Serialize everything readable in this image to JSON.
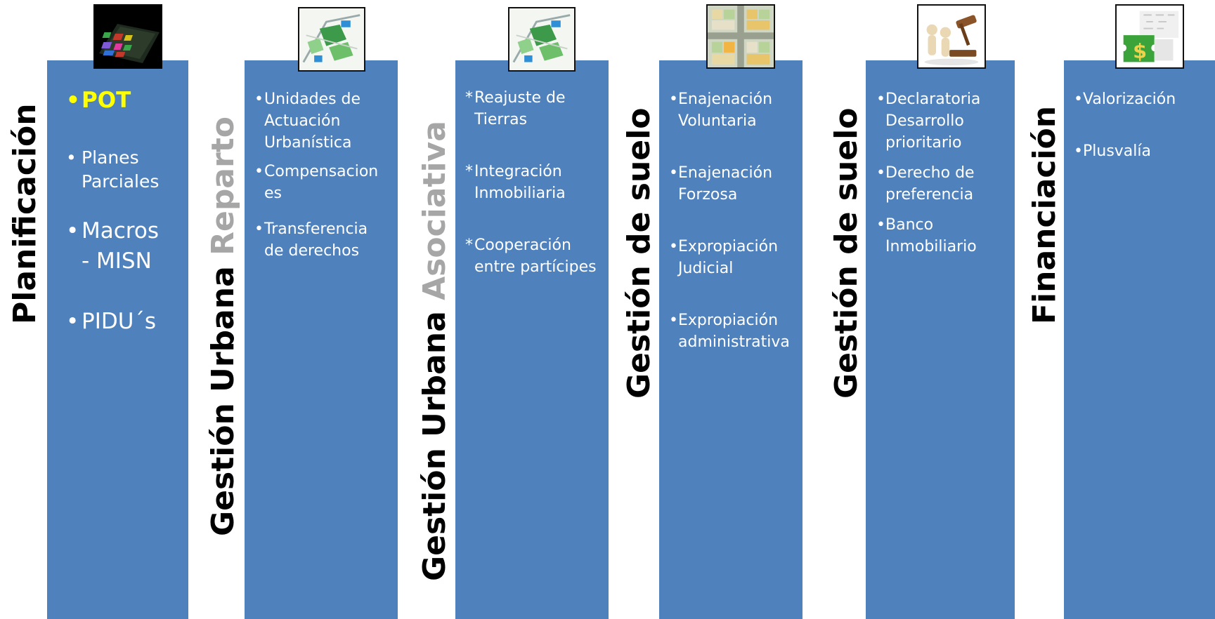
{
  "colors": {
    "column": "#4f81bd",
    "highlight": "#ffff00",
    "title": "#000000",
    "title_muted": "#a6a6a6"
  },
  "columns": [
    {
      "title_a": "Planificación",
      "title_b": "",
      "icon": "city-model-3d-icon",
      "items": [
        {
          "bullet": "•",
          "text": "POT"
        },
        {
          "bullet": "•",
          "text": "Planes Parciales"
        },
        {
          "bullet": "•",
          "text": "Macros - MISN"
        },
        {
          "bullet": "•",
          "text": "PIDU´s"
        }
      ]
    },
    {
      "title_a": "Gestión Urbana ",
      "title_b": "Reparto",
      "icon": "urban-plan-map-icon",
      "items": [
        {
          "bullet": "•",
          "text": "Unidades de Actuación Urbanística"
        },
        {
          "bullet": "•",
          "text": "Compensacion es"
        },
        {
          "bullet": "•",
          "text": "Transferencia de derechos"
        }
      ]
    },
    {
      "title_a": "Gestión Urbana ",
      "title_b": "Asociativa",
      "icon": "urban-plan-map-icon",
      "items": [
        {
          "bullet": "*",
          "text": "Reajuste de Tierras"
        },
        {
          "bullet": "*",
          "text": "Integración Inmobiliaria"
        },
        {
          "bullet": "*",
          "text": "Cooperación entre partícipes"
        }
      ]
    },
    {
      "title_a": "Gestión de suelo",
      "title_b": "",
      "icon": "land-parcels-map-icon",
      "items": [
        {
          "bullet": "•",
          "text": "Enajenación Voluntaria"
        },
        {
          "bullet": "•",
          "text": "Enajenación Forzosa"
        },
        {
          "bullet": "•",
          "text": "Expropiación Judicial"
        },
        {
          "bullet": "•",
          "text": "Expropiación administrativa"
        }
      ]
    },
    {
      "title_a": "Gestión de suelo",
      "title_b": "",
      "icon": "gavel-figures-icon",
      "items": [
        {
          "bullet": "•",
          "text": "Declaratoria Desarrollo prioritario"
        },
        {
          "bullet": "•",
          "text": "Derecho de preferencia"
        },
        {
          "bullet": "•",
          "text": "Banco Inmobiliario"
        }
      ]
    },
    {
      "title_a": "Financiación",
      "title_b": "",
      "icon": "dollar-puzzle-icon",
      "items": [
        {
          "bullet": "•",
          "text": "Valorización"
        },
        {
          "bullet": "•",
          "text": "Plusvalía"
        }
      ]
    }
  ]
}
